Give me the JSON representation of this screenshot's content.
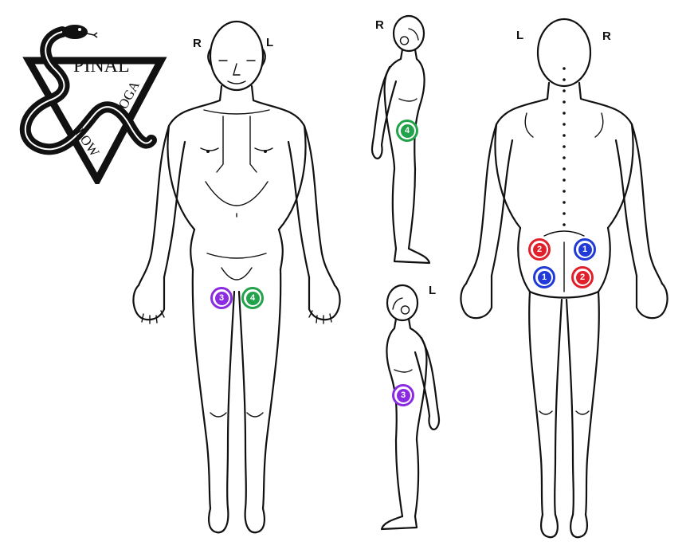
{
  "logo": {
    "word_spinal": "PINAL",
    "word_flow": "LOW",
    "word_yoga": "OGA"
  },
  "figures": {
    "front": {
      "right_label": "R",
      "left_label": "L"
    },
    "side_right": {
      "label": "R"
    },
    "side_left": {
      "label": "L"
    },
    "back": {
      "left_label": "L",
      "right_label": "R"
    }
  },
  "colors": {
    "point_1": "#1f3ad6",
    "point_2": "#e0212b",
    "point_3": "#8a2be2",
    "point_4": "#22a24a",
    "line": "#111111"
  },
  "markers": [
    {
      "id": "front-3",
      "number": "3",
      "color": "#8a2be2"
    },
    {
      "id": "front-4",
      "number": "4",
      "color": "#22a24a"
    },
    {
      "id": "side-right-4",
      "number": "4",
      "color": "#22a24a"
    },
    {
      "id": "side-left-3",
      "number": "3",
      "color": "#8a2be2"
    },
    {
      "id": "back-2-upper",
      "number": "2",
      "color": "#e0212b"
    },
    {
      "id": "back-1-upper",
      "number": "1",
      "color": "#1f3ad6"
    },
    {
      "id": "back-1-lower",
      "number": "1",
      "color": "#1f3ad6"
    },
    {
      "id": "back-2-lower",
      "number": "2",
      "color": "#e0212b"
    }
  ]
}
